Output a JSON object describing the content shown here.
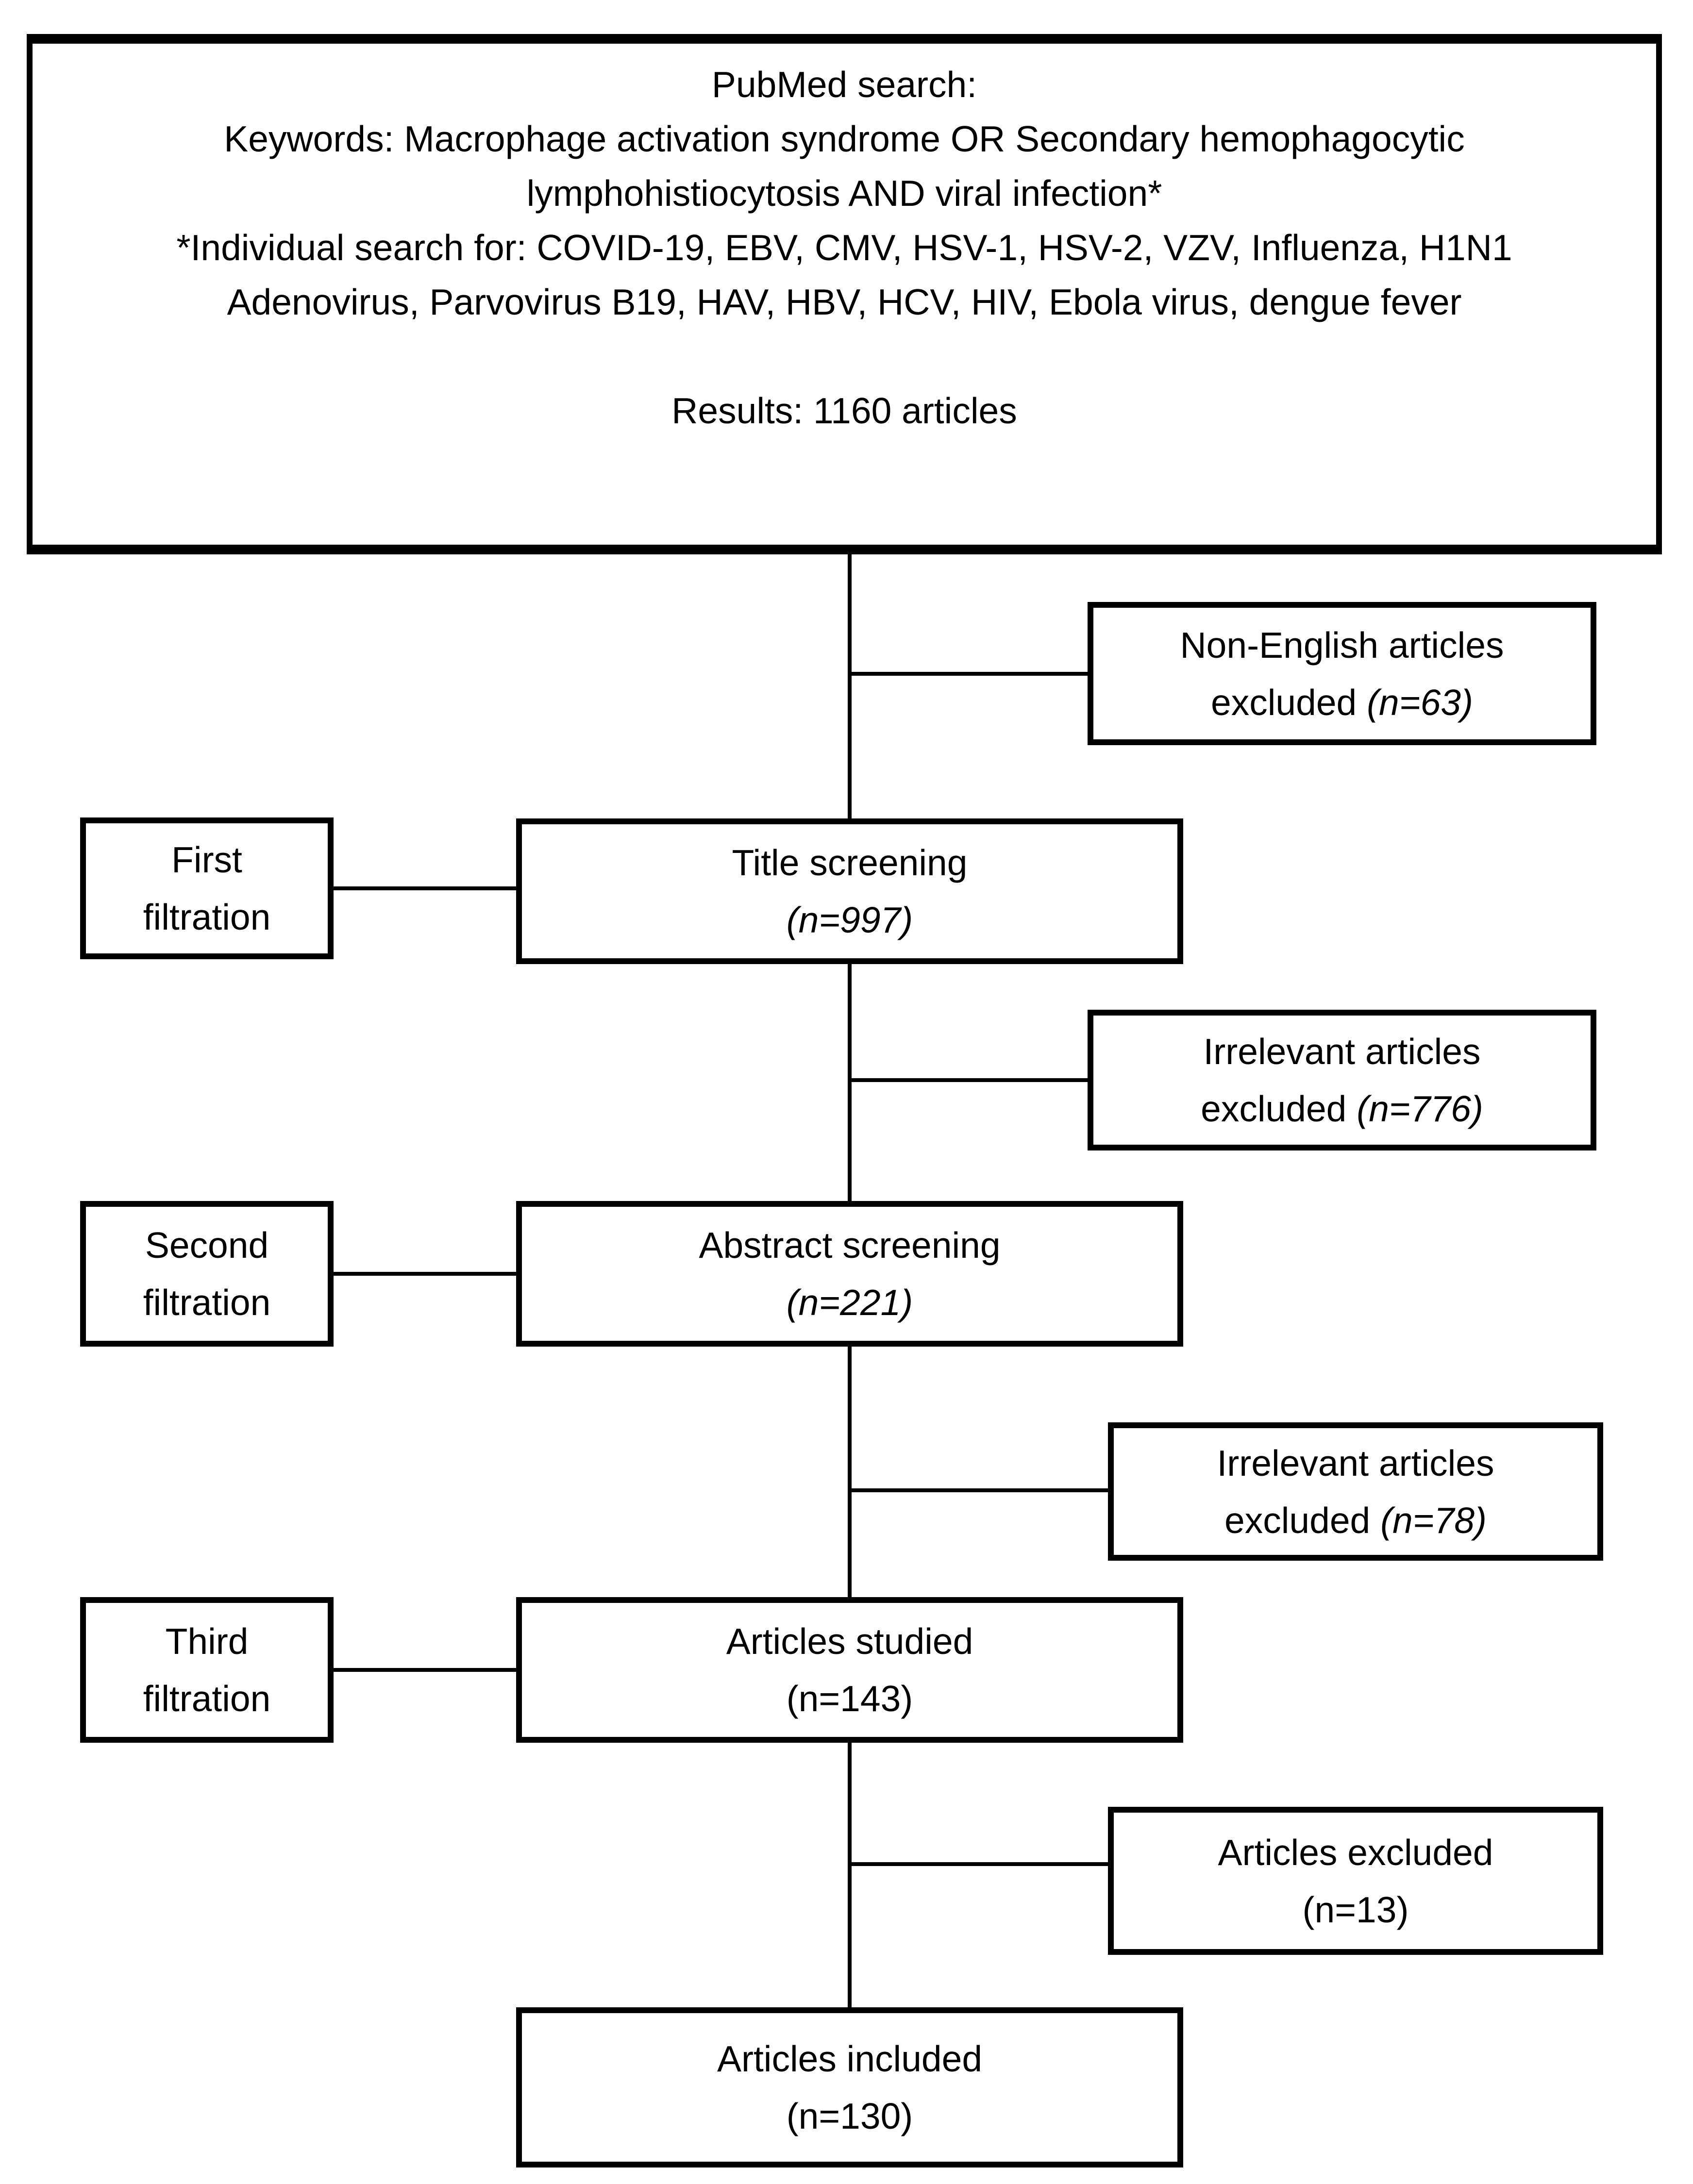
{
  "colors": {
    "line": "#000000",
    "background": "#ffffff",
    "text": "#000000"
  },
  "pubmed_box": {
    "title": "PubMed search:",
    "keywords_line1": "Keywords: Macrophage activation syndrome OR Secondary hemophagocytic",
    "keywords_line2": "lymphohistiocytosis AND viral infection*",
    "search_line1": "*Individual search for: COVID-19, EBV, CMV, HSV-1, HSV-2, VZV, Influenza, H1N1",
    "search_line2": "Adenovirus, Parvovirus B19, HAV, HBV, HCV, HIV, Ebola virus, dengue fever",
    "results": "Results: 1160 articles"
  },
  "filtration_labels": [
    {
      "line1": "First",
      "line2": "filtration"
    },
    {
      "line1": "Second",
      "line2": "filtration"
    },
    {
      "line1": "Third",
      "line2": "filtration"
    }
  ],
  "stages": [
    {
      "name": "Title screening",
      "count": "(n=997)"
    },
    {
      "name": "Abstract screening",
      "count": "(n=221)"
    },
    {
      "name": "Articles studied",
      "count": "(n=143)"
    },
    {
      "name": "Articles included",
      "count": "(n=130)"
    }
  ],
  "exclusions": [
    {
      "line1": "Non-English articles",
      "prefix": "excluded ",
      "count": "(n=63)"
    },
    {
      "line1": "Irrelevant articles",
      "prefix": "excluded ",
      "count": "(n=776)"
    },
    {
      "line1": "Irrelevant articles",
      "prefix": "excluded ",
      "count": "(n=78)"
    },
    {
      "line1": "Articles excluded",
      "prefix": "",
      "count": "(n=13)"
    }
  ]
}
